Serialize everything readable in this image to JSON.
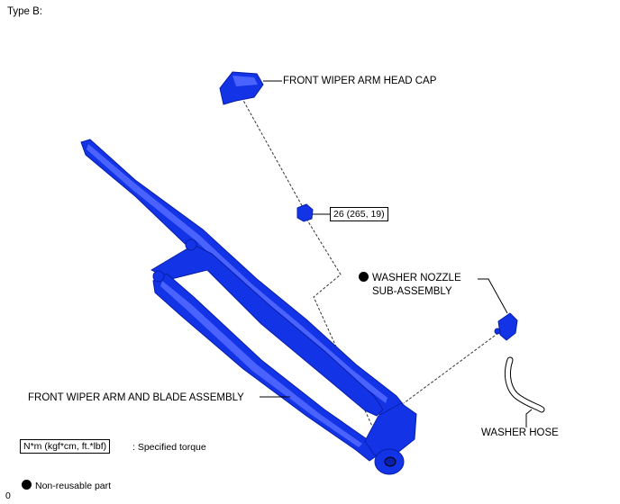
{
  "header": {
    "type_label": "Type B:"
  },
  "labels": {
    "head_cap": "FRONT WIPER ARM HEAD CAP",
    "torque": "26 (265, 19)",
    "nozzle_line1": "WASHER NOZZLE",
    "nozzle_line2": "SUB-ASSEMBLY",
    "arm_blade": "FRONT WIPER ARM AND BLADE ASSEMBLY",
    "washer_hose": "WASHER HOSE"
  },
  "legend": {
    "torque_unit": "N*m (kgf*cm, ft.*lbf)",
    "torque_desc": ": Specified torque",
    "nonreusable": "Non-reusable part"
  },
  "footer": {
    "id": "0"
  },
  "colors": {
    "part_blue": "#1233e6",
    "part_dark": "#0a1fa8",
    "part_light": "#4a63ff"
  }
}
